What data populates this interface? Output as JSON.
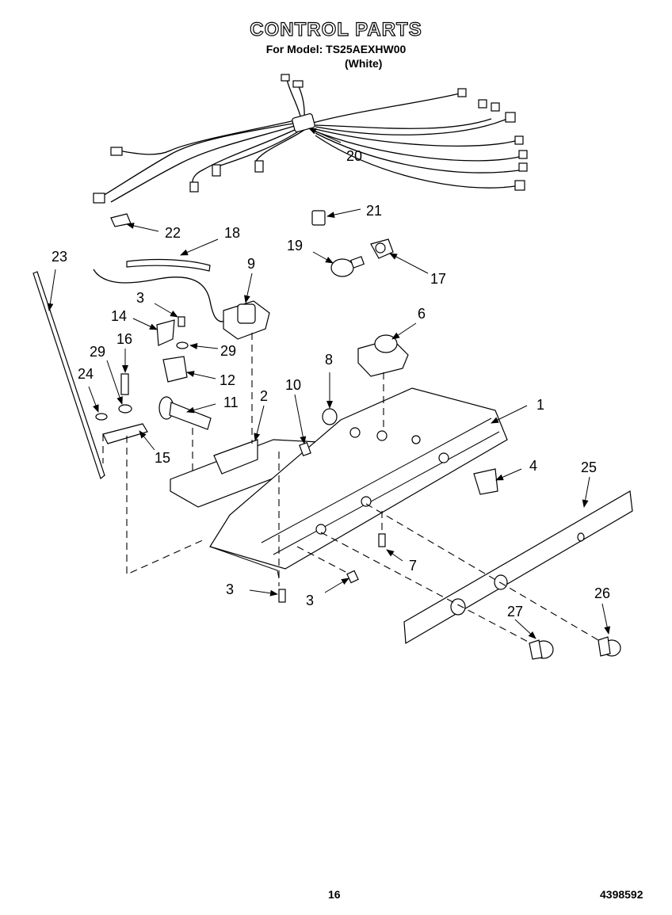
{
  "header": {
    "title": "CONTROL PARTS",
    "model_line": "For Model: TS25AEXHW00",
    "color_line": "(White)"
  },
  "footer": {
    "page_number": "16",
    "document_number": "4398592"
  },
  "callouts": {
    "c1": "1",
    "c2": "2",
    "c3a": "3",
    "c3b": "3",
    "c3c": "3",
    "c4": "4",
    "c6": "6",
    "c7": "7",
    "c8": "8",
    "c9": "9",
    "c10": "10",
    "c11": "11",
    "c12": "12",
    "c14": "14",
    "c15": "15",
    "c16": "16",
    "c17": "17",
    "c18": "18",
    "c19": "19",
    "c20": "20",
    "c21": "21",
    "c22": "22",
    "c23": "23",
    "c24": "24",
    "c25": "25",
    "c26": "26",
    "c27": "27",
    "c29a": "29",
    "c29b": "29"
  }
}
